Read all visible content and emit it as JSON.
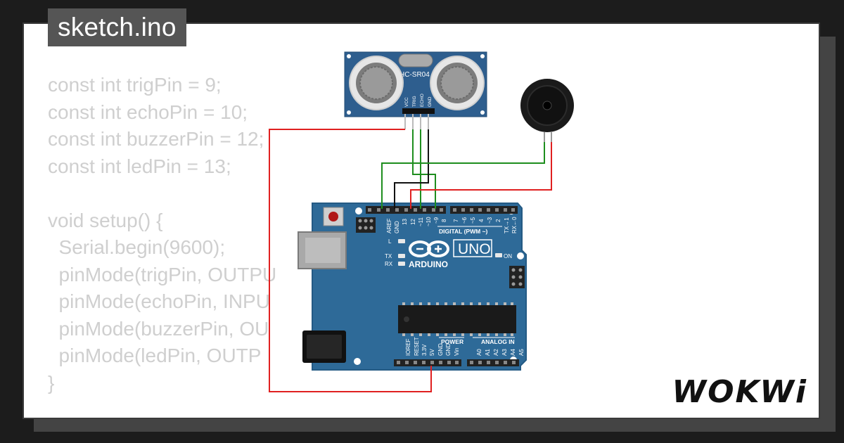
{
  "window": {
    "title": "sketch.ino"
  },
  "code": {
    "lines": [
      "const int trigPin = 9;",
      "const int echoPin = 10;",
      "const int buzzerPin = 12;",
      "const int ledPin = 13;",
      "",
      "void setup() {",
      "  Serial.begin(9600);",
      "  pinMode(trigPin, OUTPU",
      "  pinMode(echoPin, INPU",
      "  pinMode(buzzerPin, OU",
      "  pinMode(ledPin, OUTP",
      "}"
    ]
  },
  "sensor": {
    "label": "HC-SR04",
    "pins": [
      "VCC",
      "TRIG",
      "ECHO",
      "GND"
    ]
  },
  "board": {
    "name": "UNO",
    "brand": "ARDUINO",
    "digital_label": "DIGITAL (PWM ~)",
    "power_label": "POWER",
    "analog_label": "ANALOG IN",
    "on_label": "ON",
    "led_l": "L",
    "led_tx": "TX",
    "led_rx": "RX",
    "top_pins": [
      "AREF",
      "GND",
      "13",
      "12",
      "~11",
      "~10",
      "~9",
      "8"
    ],
    "top_pins_right": [
      "7",
      "~6",
      "~5",
      "4",
      "~3",
      "2",
      "TX→1",
      "RX←0"
    ],
    "power_pins": [
      "IOREF",
      "RESET",
      "3.3V",
      "5V",
      "GND",
      "GND",
      "Vin"
    ],
    "analog_pins": [
      "A0",
      "A1",
      "A2",
      "A3",
      "A4",
      "A5"
    ]
  },
  "brand": {
    "logo": "WOKWi"
  },
  "colors": {
    "background": "#1c1c1c",
    "card": "#ffffff",
    "board": "#2e6a98",
    "sensor": "#2e5e8e",
    "wire_red": "#e02020",
    "wire_green": "#1e8e1e",
    "wire_black": "#111111",
    "code_text": "#cfcfcf"
  }
}
